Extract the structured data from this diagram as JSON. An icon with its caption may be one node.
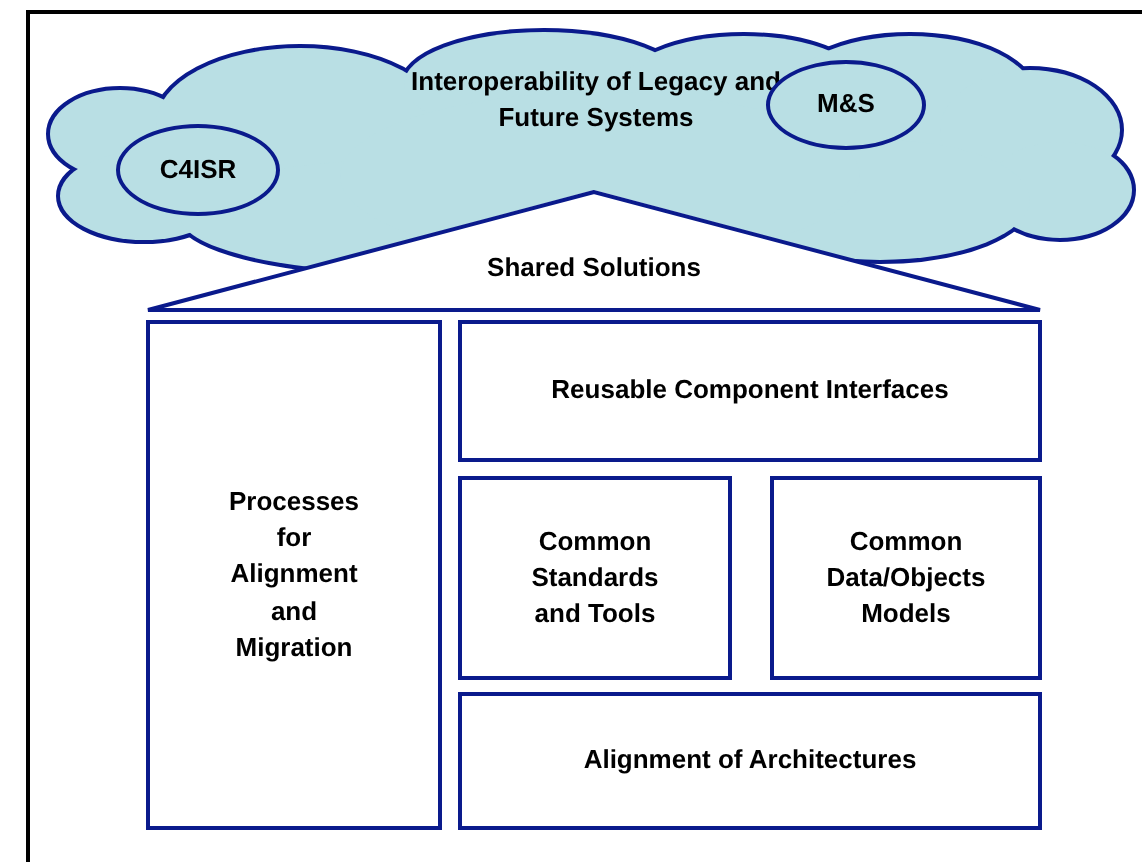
{
  "diagram": {
    "nodes": [
      {
        "text": [
          "Interoperability of Legacy and Future Systems"
        ]
      },
      {
        "text": [
          "C4ISR"
        ],
        "in": 0
      },
      {
        "text": [
          "M&S"
        ],
        "in": 0
      },
      {
        "text": [
          "Shared Solutions"
        ]
      },
      {
        "text": [
          "Processes for Alignment and Migration"
        ]
      },
      {
        "text": [
          "Reusable Component Interfaces"
        ]
      },
      {
        "text": [
          "Common Standards and Tools"
        ]
      },
      {
        "text": [
          "Common Data/Objects Models"
        ]
      },
      {
        "text": [
          "Alignment of Architectures"
        ]
      }
    ]
  }
}
